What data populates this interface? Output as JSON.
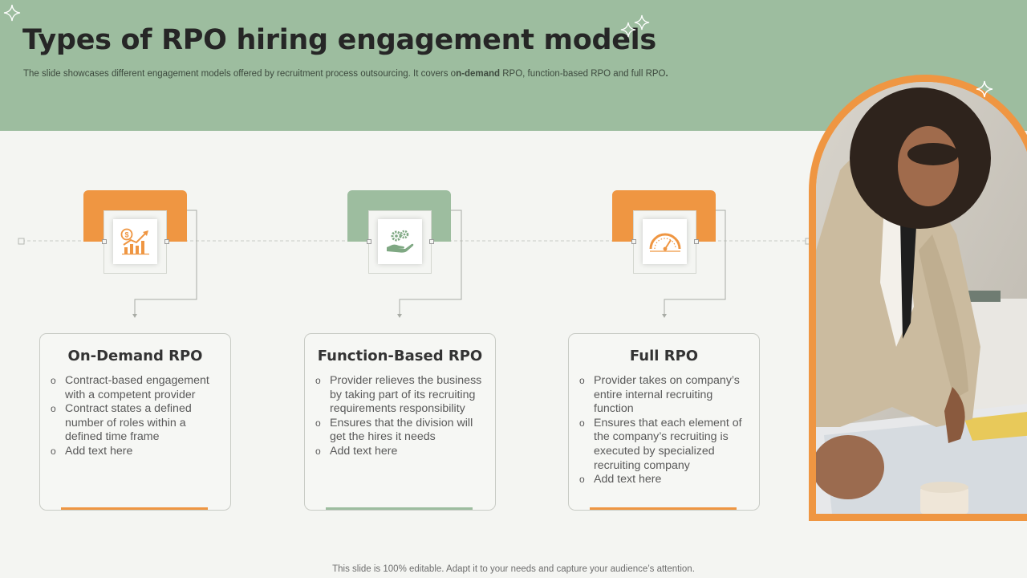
{
  "slide": {
    "title": "Types of RPO hiring engagement models",
    "subtitle_pre": "The slide showcases different engagement models offered by recruitment process outsourcing. It covers o",
    "subtitle_bold": "n-demand",
    "subtitle_post": " RPO, function-based RPO and full RPO",
    "subtitle_end": ".",
    "footer": "This slide is 100% editable. Adapt it to your needs and capture your audience’s attention."
  },
  "colors": {
    "accent_orange": "#ef9642",
    "accent_green": "#9dbd9f",
    "header_bg": "#9dbd9f",
    "background": "#f4f5f2"
  },
  "models": [
    {
      "title": "On-Demand RPO",
      "icon": "money-growth-chart-icon",
      "color": "orange",
      "bullets": [
        "Contract-based engagement with a competent provider",
        "Contract states a defined number of roles within a defined time frame",
        "Add text here"
      ]
    },
    {
      "title": "Function-Based RPO",
      "icon": "gears-in-hand-icon",
      "color": "green",
      "bullets": [
        "Provider relieves the business by taking part of its recruiting requirements responsibility",
        "Ensures that the division will get the hires it needs",
        "Add text here"
      ]
    },
    {
      "title": "Full RPO",
      "icon": "speedometer-gauge-icon",
      "color": "orange",
      "bullets": [
        "Provider takes on company’s entire internal recruiting function",
        "Ensures that each element of the company’s recruiting is executed by specialized recruiting company",
        "Add text here"
      ]
    }
  ],
  "decor": {
    "sparkle_icon": "sparkle-star-icon",
    "photo": "woman-reviewing-blueprints-photo"
  }
}
